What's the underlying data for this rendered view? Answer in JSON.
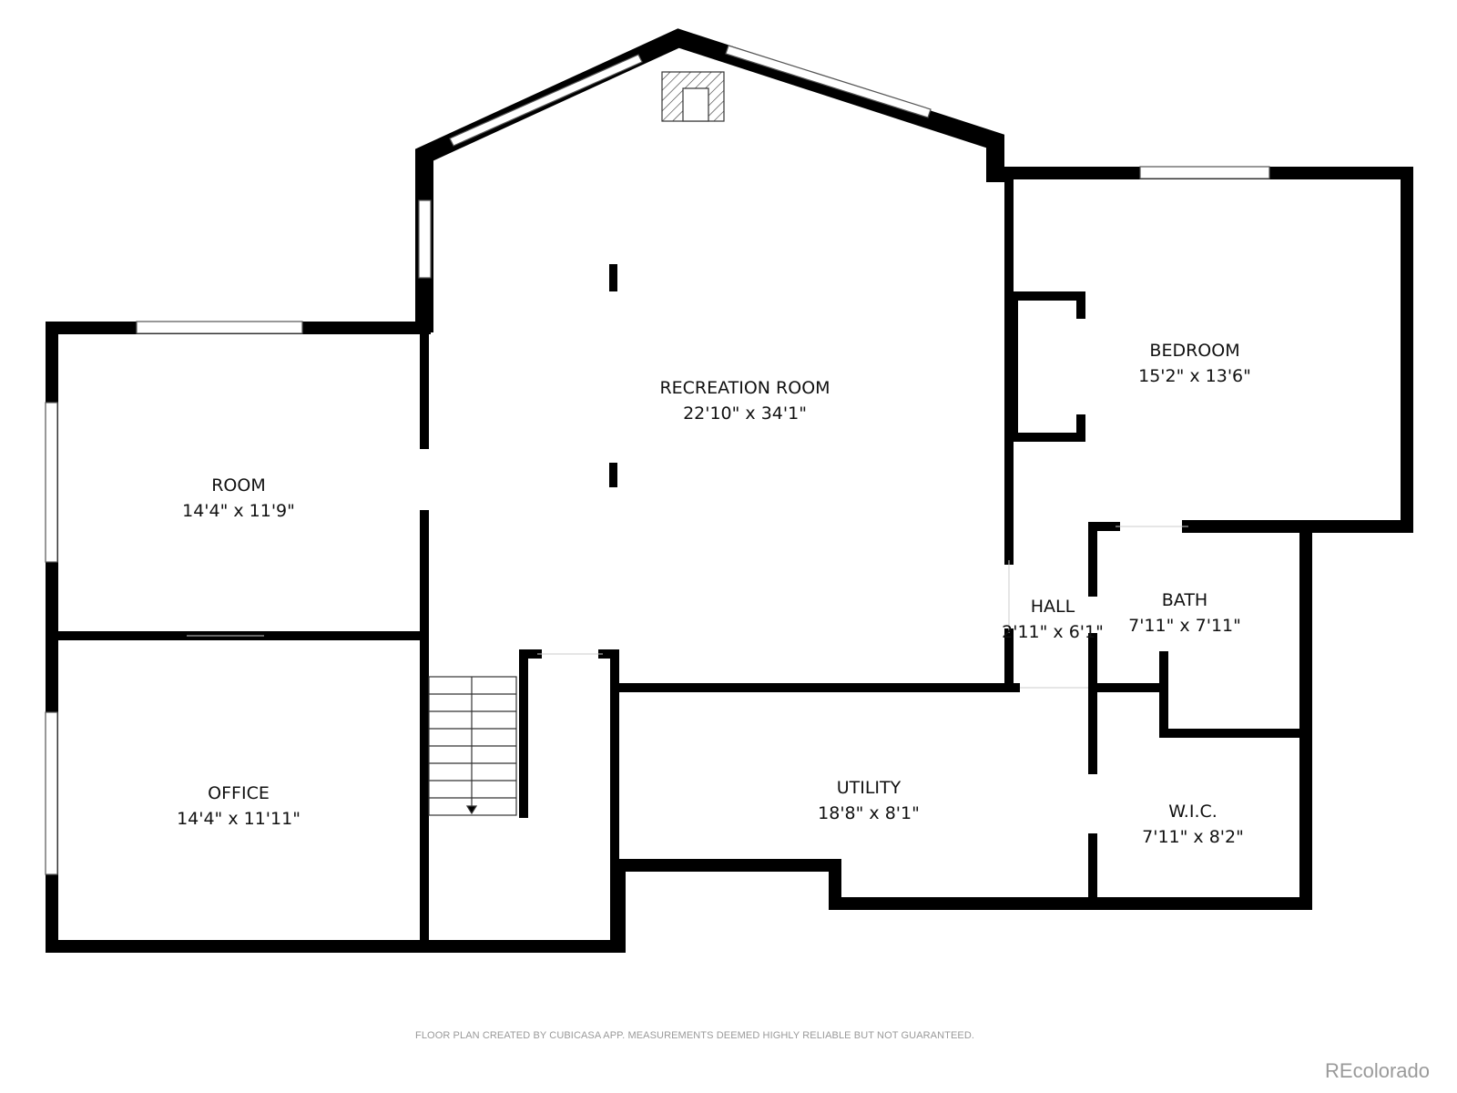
{
  "rooms": [
    {
      "name": "RECREATION ROOM",
      "size": "22'10\" x 34'1\""
    },
    {
      "name": "BEDROOM",
      "size": "15'2\" x 13'6\""
    },
    {
      "name": "ROOM",
      "size": "14'4\" x 11'9\""
    },
    {
      "name": "OFFICE",
      "size": "14'4\" x 11'11\""
    },
    {
      "name": "HALL",
      "size": "2'11\" x 6'1\""
    },
    {
      "name": "BATH",
      "size": "7'11\" x 7'11\""
    },
    {
      "name": "UTILITY",
      "size": "18'8\" x 8'1\""
    },
    {
      "name": "W.I.C.",
      "size": "7'11\" x 8'2\""
    }
  ],
  "footer": {
    "disclaimer": "FLOOR PLAN CREATED BY CUBICASA APP. MEASUREMENTS DEEMED HIGHLY RELIABLE BUT NOT GUARANTEED.",
    "brand": "REcolorado"
  },
  "colors": {
    "wall": "#000000",
    "background": "#ffffff",
    "footer_text": "#9a9a9a"
  }
}
